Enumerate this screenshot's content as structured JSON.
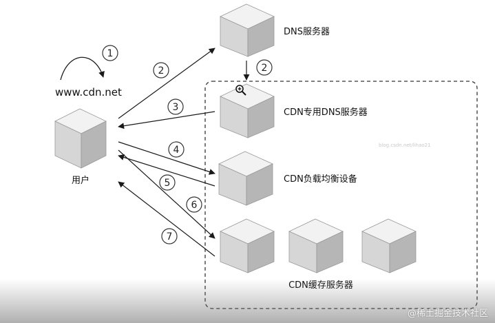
{
  "labels": {
    "url": "www.cdn.net",
    "user": "用户",
    "dns_server": "DNS服务器",
    "cdn_dns": "CDN专用DNS服务器",
    "cdn_lb": "CDN负载均衡设备",
    "cdn_cache": "CDN缓存服务器",
    "watermark": "blog.csdn.net/lihao21",
    "footer_mark": "@稀土掘金技术社区"
  },
  "steps": [
    "1",
    "2",
    "2",
    "3",
    "4",
    "5",
    "6",
    "7"
  ],
  "icons": {
    "zoom": "zoom-in-icon"
  },
  "colors": {
    "cube_top": "#f2f2f2",
    "cube_left": "#d4d4d4",
    "cube_right": "#b4b4b4",
    "line": "#1a1a1a"
  }
}
